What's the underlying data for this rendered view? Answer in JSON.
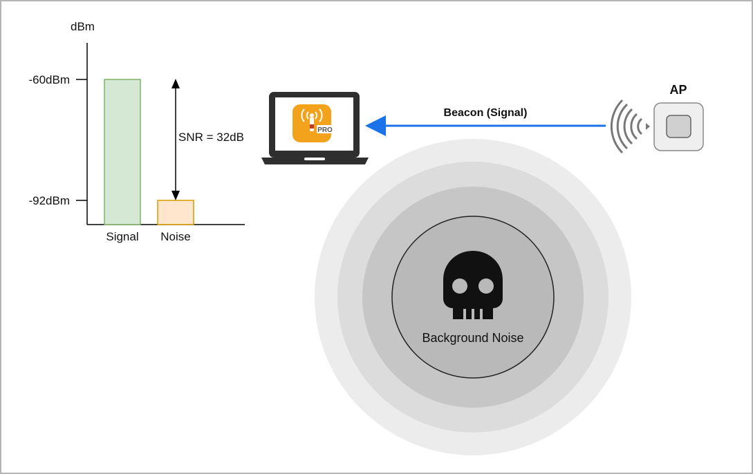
{
  "chart": {
    "y_unit_label": "dBm",
    "bars": [
      {
        "label": "Signal",
        "value_dbm": -60
      },
      {
        "label": "Noise",
        "value_dbm": -92
      }
    ],
    "ticks": [
      "-60dBm",
      "-92dBm"
    ],
    "snr_label": "SNR = 32dB",
    "colors": {
      "signal_fill": "#d5e8d4",
      "signal_stroke": "#82b366",
      "noise_fill": "#ffe6cc",
      "noise_stroke": "#d79b00"
    }
  },
  "chart_data": {
    "type": "bar",
    "categories": [
      "Signal",
      "Noise"
    ],
    "values": [
      -60,
      -92
    ],
    "ylabel": "dBm",
    "yticks": [
      "-60dBm",
      "-92dBm"
    ],
    "annotations": [
      "SNR = 32dB"
    ]
  },
  "diagram": {
    "beacon_label": "Beacon (Signal)",
    "ap_label": "AP",
    "noise_label": "Background Noise",
    "laptop_app_badge": "PRO",
    "colors": {
      "beacon_arrow": "#1a73e8",
      "app_icon": "#f2a21b",
      "ring_outer": "#ececec",
      "ring_2": "#dcdcdc",
      "ring_3": "#c6c6c6",
      "ring_inner": "#b9b9b9"
    }
  }
}
